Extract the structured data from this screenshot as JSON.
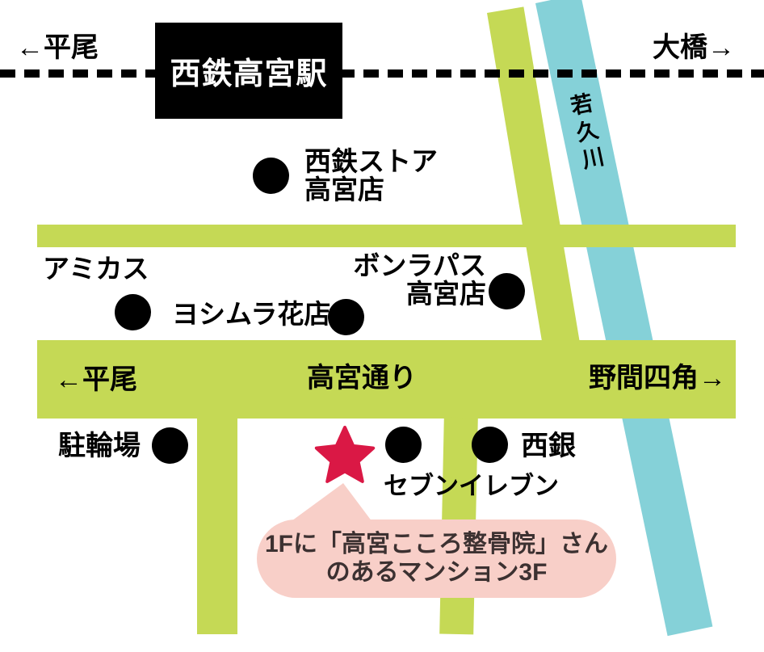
{
  "colors": {
    "road_green": "#c5d955",
    "river_cyan": "#85d1d8",
    "star_red": "#da1845",
    "bubble_pink": "#f8cfc8",
    "ink": "#000000",
    "bubble_ink": "#3c3131",
    "station_bg": "#000000",
    "station_text": "#ffffff"
  },
  "rail": {
    "left_label": "←平尾",
    "right_label": "大橋→",
    "station": "西鉄高宮駅"
  },
  "river": {
    "label": "若久川"
  },
  "roads": {
    "left_label": "←平尾",
    "center_label": "高宮通り",
    "right_label": "野間四角→"
  },
  "landmarks": {
    "nishitetsu_store": {
      "line1": "西鉄ストア",
      "line2": "高宮店"
    },
    "amikasu": "アミカス",
    "yoshimura": "ヨシムラ花店",
    "bonrapas": {
      "line1": "ボンラパス",
      "line2": "高宮店"
    },
    "churinjo": "駐輪場",
    "seven_eleven": "セブンイレブン",
    "nishigin": "西銀"
  },
  "marker": {
    "icon": "location-star",
    "bubble_line1": "1Fに「高宮こころ整骨院」さん",
    "bubble_line2": "のあるマンション3F"
  }
}
